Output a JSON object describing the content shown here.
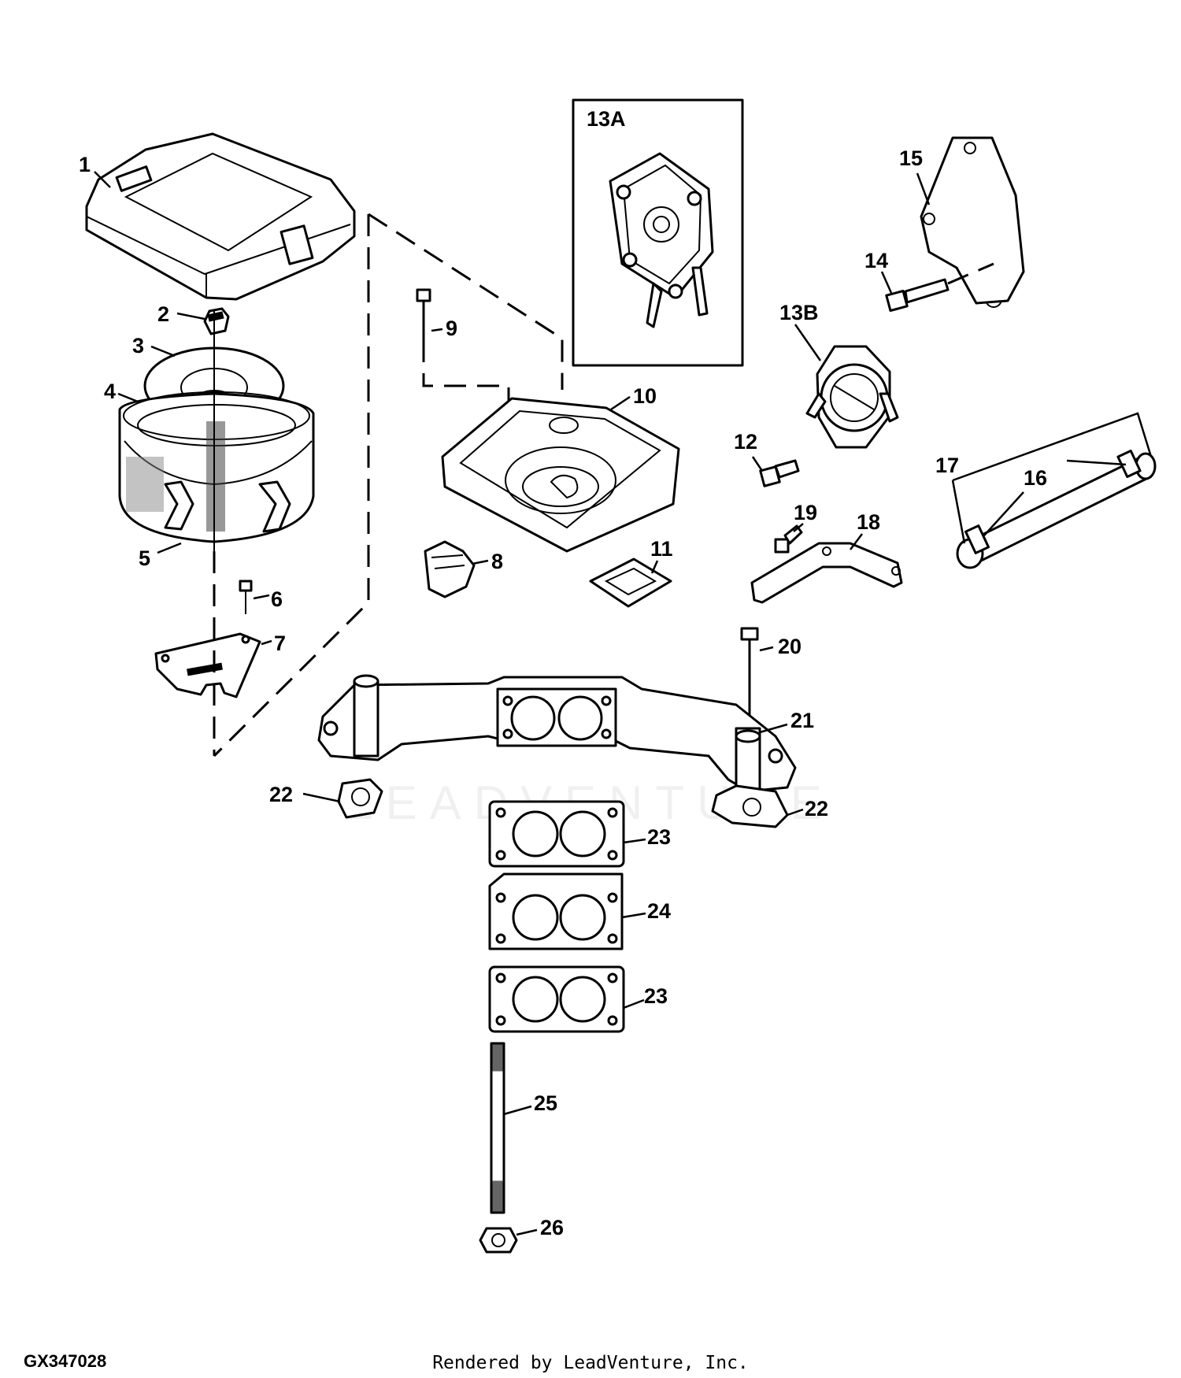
{
  "diagram_code": "GX347028",
  "credit": "Rendered by LeadVenture, Inc.",
  "watermark": "LEADVENTURE",
  "callouts": [
    "1",
    "2",
    "3",
    "4",
    "5",
    "6",
    "7",
    "8",
    "9",
    "10",
    "11",
    "12",
    "13A",
    "13B",
    "14",
    "15",
    "16",
    "17",
    "18",
    "19",
    "20",
    "21",
    "22",
    "22",
    "23",
    "24",
    "23",
    "25",
    "26"
  ]
}
